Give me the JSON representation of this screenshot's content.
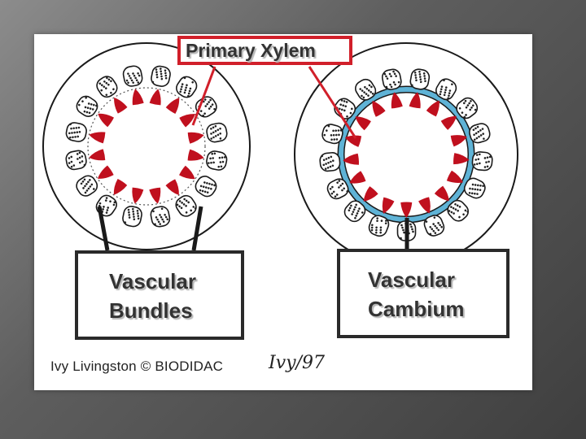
{
  "labels": {
    "primary_xylem": "Primary Xylem",
    "vascular_bundles": [
      "Vascular",
      "Bundles"
    ],
    "vascular_cambium": [
      "Vascular",
      "Cambium"
    ]
  },
  "credit": "Ivy Livingston © BIODIDAC",
  "signature": "Ivy/97",
  "colors": {
    "xylem": "#c0101e",
    "cambium": "#5fb3d6",
    "title_border": "#d11f2a",
    "outline": "#1a1a1a"
  },
  "structures": {
    "left_stem_bundle_count": 16,
    "right_stem_bundle_count": 17
  }
}
